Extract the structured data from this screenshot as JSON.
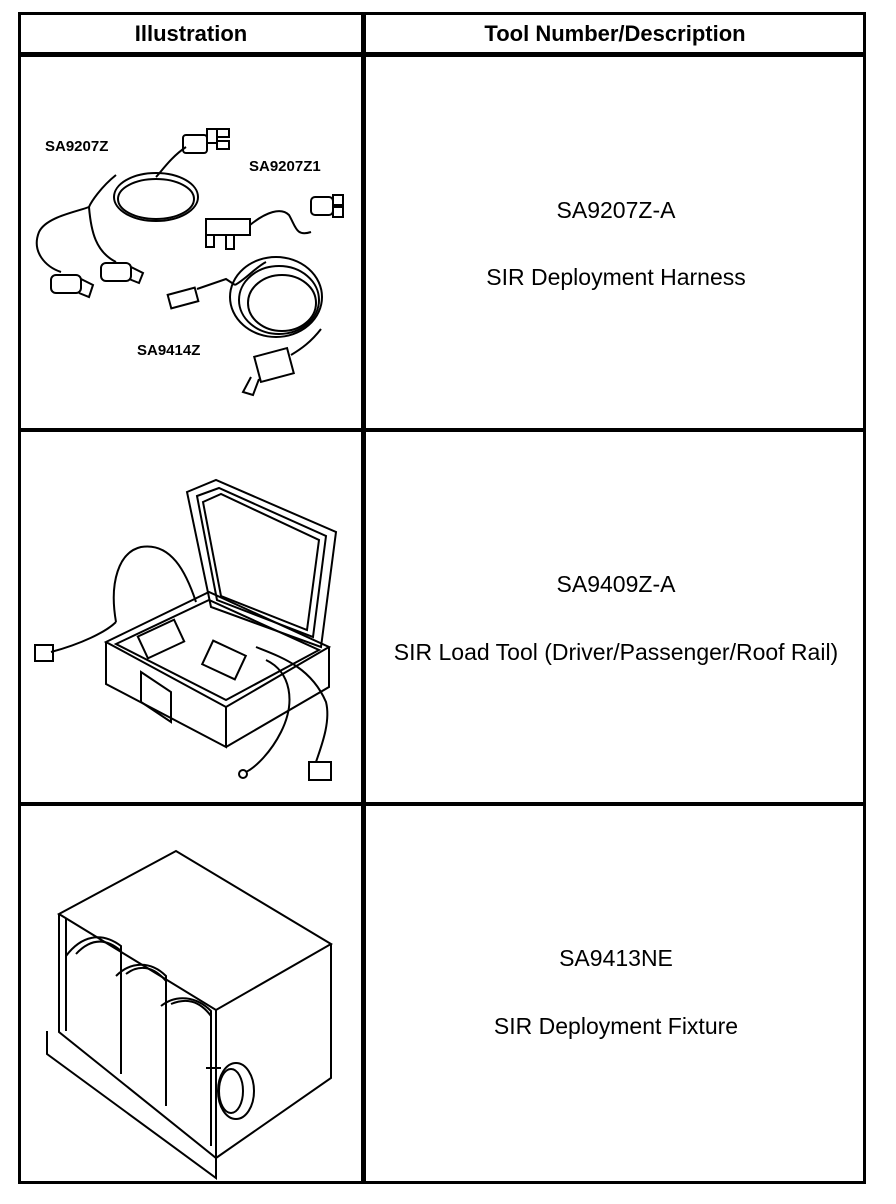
{
  "table": {
    "headers": {
      "illustration": "Illustration",
      "tool": "Tool Number/Description"
    },
    "rows": [
      {
        "tool_number": "SA9207Z-A",
        "description": "SIR Deployment Harness",
        "callouts": {
          "a": "SA9207Z",
          "b": "SA9207Z1",
          "c": "SA9414Z"
        }
      },
      {
        "tool_number": "SA9409Z-A",
        "description": "SIR Load Tool (Driver/Passenger/Roof Rail)"
      },
      {
        "tool_number": "SA9413NE",
        "description": "SIR Deployment Fixture"
      }
    ]
  }
}
